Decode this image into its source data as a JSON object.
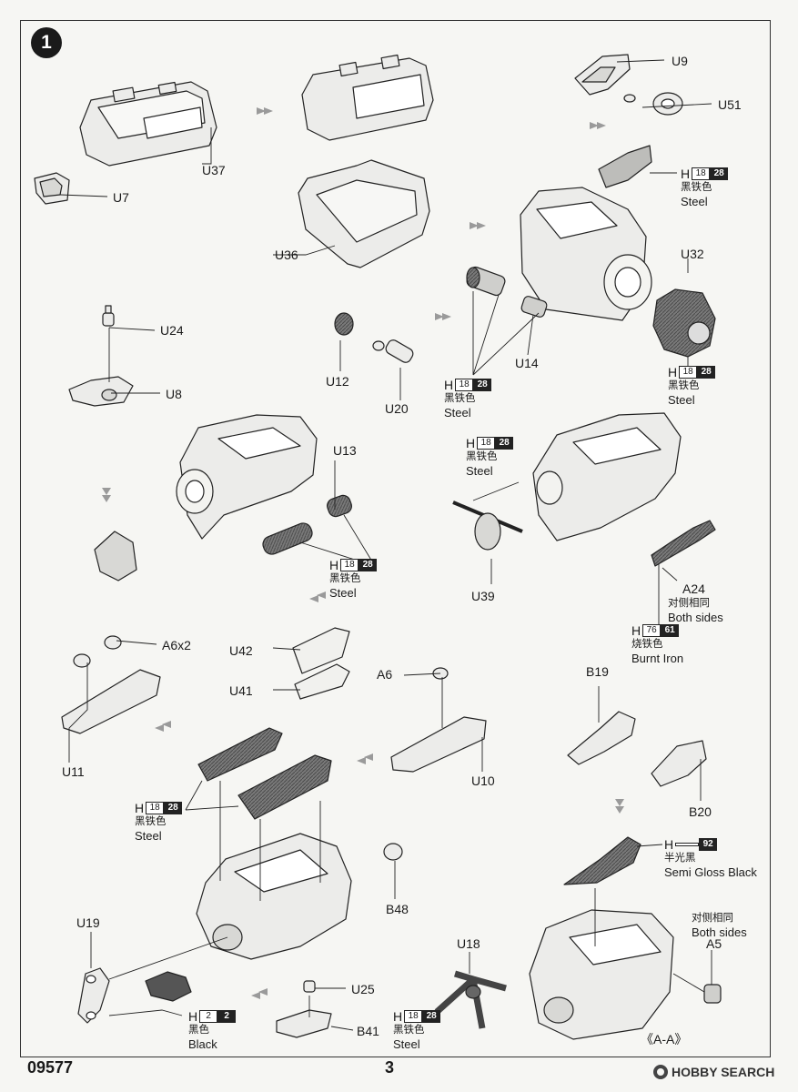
{
  "page": {
    "step_number": "1",
    "product_code": "09577",
    "page_number": "3",
    "watermark": "HOBBY SEARCH",
    "section_mark": "《A-A》"
  },
  "parts": {
    "U37": "U37",
    "U7": "U7",
    "U36": "U36",
    "U9": "U9",
    "U51": "U51",
    "U32": "U32",
    "U24": "U24",
    "U8": "U8",
    "U12": "U12",
    "U20": "U20",
    "U14": "U14",
    "U13": "U13",
    "U39": "U39",
    "A24": "A24",
    "A6x2": "A6x2",
    "U42": "U42",
    "U41": "U41",
    "U11": "U11",
    "A6": "A6",
    "U10": "U10",
    "B19": "B19",
    "B20": "B20",
    "B48": "B48",
    "U19": "U19",
    "U25": "U25",
    "B41": "B41",
    "U18": "U18",
    "A5": "A5"
  },
  "notes": {
    "both_sides_cn": "对侧相同",
    "both_sides_en": "Both sides"
  },
  "paints": {
    "steel": {
      "prefix": "H",
      "code_a": "18",
      "code_b": "28",
      "cn": "黑铁色",
      "en": "Steel"
    },
    "burnt_iron": {
      "prefix": "H",
      "code_a": "76",
      "code_b": "61",
      "cn": "烧铁色",
      "en": "Burnt Iron"
    },
    "semi_gloss_black": {
      "prefix": "H",
      "code_a": "",
      "code_b": "92",
      "cn": "半光黑",
      "en": "Semi Gloss Black"
    },
    "black": {
      "prefix": "H",
      "code_a": "2",
      "code_b": "2",
      "cn": "黑色",
      "en": "Black"
    }
  },
  "icons": [
    "step-badge",
    "assembly-arrow",
    "leader-line",
    "engine-drawing"
  ],
  "colors": {
    "ink": "#1a1a1a",
    "paper": "#f6f6f3",
    "arrow_grey": "#9a9a9a",
    "part_fill": "#e9e9e6",
    "dark_part": "#6a6a6a"
  }
}
